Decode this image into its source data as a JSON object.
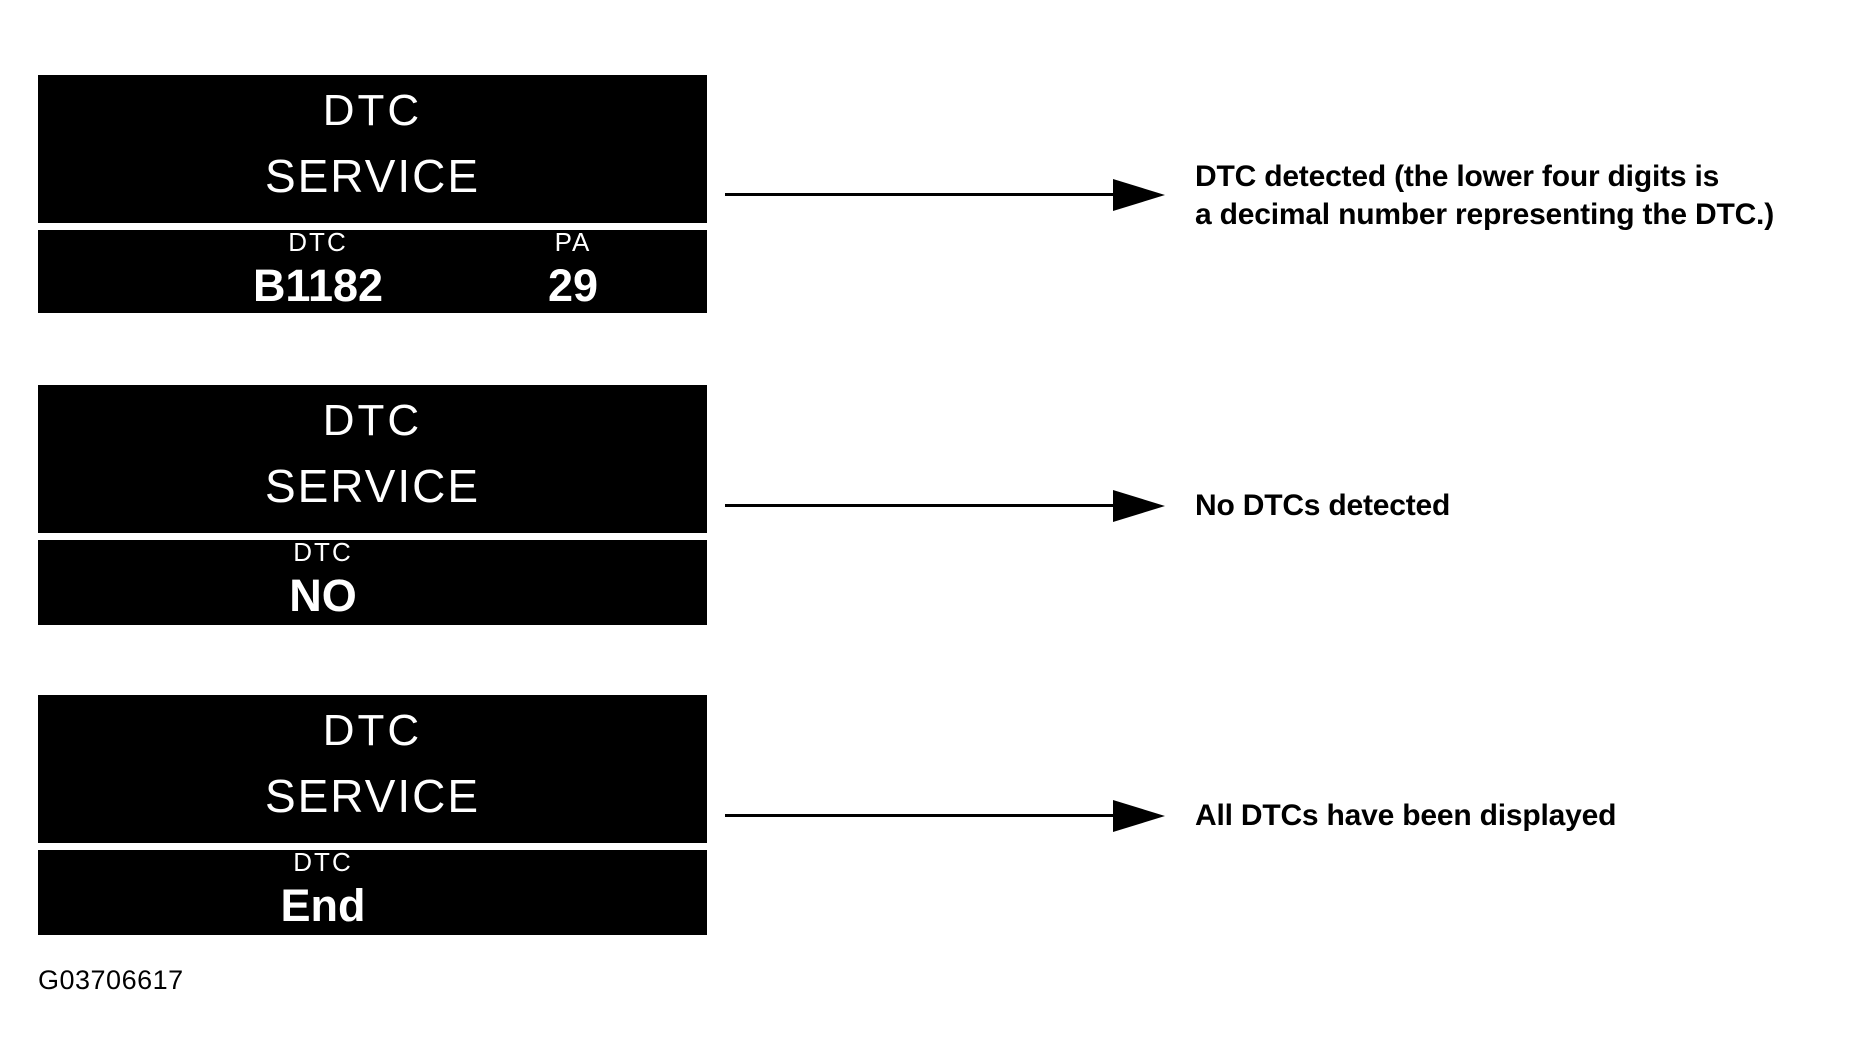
{
  "figure": {
    "caption": "G03706617",
    "colors": {
      "display_background": "#000000",
      "display_text": "#ffffff",
      "page_background": "#ffffff",
      "annotation_text": "#000000"
    }
  },
  "displays": [
    {
      "id": "dtc-detected",
      "title_line1": "DTC",
      "title_line2": "SERVICE",
      "fields": [
        {
          "label": "DTC",
          "value": "B1182",
          "column": "main"
        },
        {
          "label": "PA",
          "value": "29",
          "column": "aux"
        }
      ],
      "annotation": "DTC detected (the lower four digits is\na decimal number representing the DTC.)"
    },
    {
      "id": "no-dtc",
      "title_line1": "DTC",
      "title_line2": "SERVICE",
      "fields": [
        {
          "label": "DTC",
          "value": "NO",
          "column": "center"
        }
      ],
      "annotation": "No DTCs detected"
    },
    {
      "id": "dtc-end",
      "title_line1": "DTC",
      "title_line2": "SERVICE",
      "fields": [
        {
          "label": "DTC",
          "value": "End",
          "column": "center"
        }
      ],
      "annotation": "All DTCs have been displayed"
    }
  ]
}
